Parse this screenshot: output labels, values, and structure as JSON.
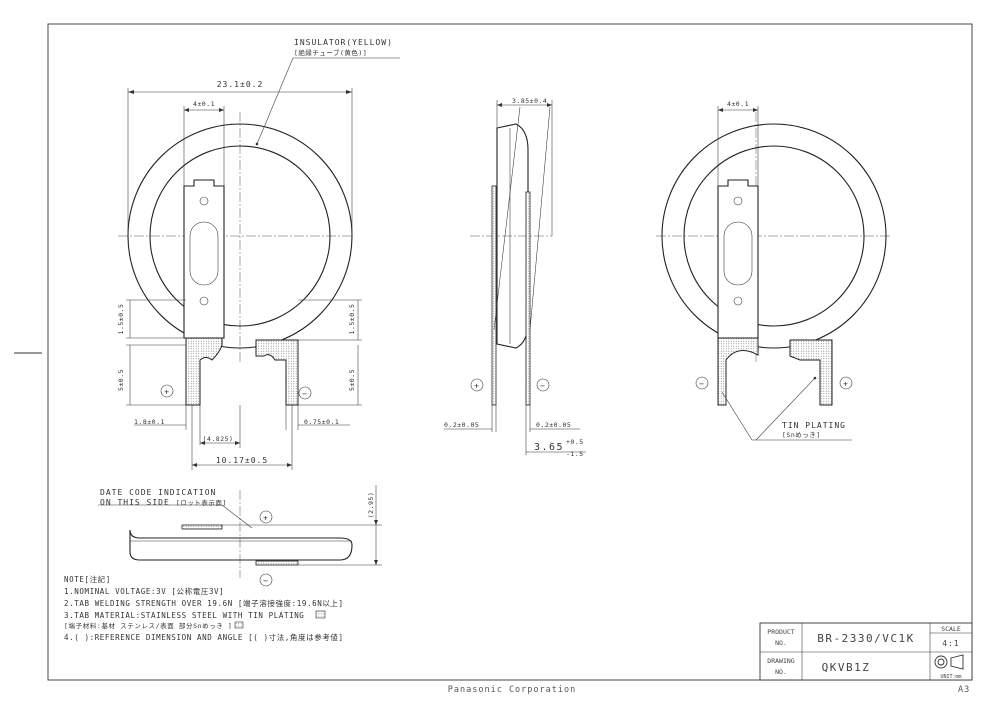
{
  "labels": {
    "insulator": "INSULATOR(YELLOW)",
    "insulator_jp": "[絶縁チューブ(黄色)]",
    "tin_plating": "TIN PLATING",
    "tin_plating_jp": "[Snめっき]",
    "date_code_1": "DATE CODE INDICATION",
    "date_code_2": "ON THIS SIDE",
    "date_code_jp": "[ロット表示面]"
  },
  "dimensions": {
    "diameter": "23.1±0.2",
    "tab_width_front": "4±0.1",
    "thickness": "3.85±0.4",
    "tab_width_right": "4±0.1",
    "hole_left": "1.5±0.5",
    "hole_right": "1.5±0.5",
    "lead_left": "5±0.5",
    "lead_right": "5±0.5",
    "tab_pos": "1.8±0.1",
    "pitch_ref": "(4.825)",
    "pitch": "10.17±0.5",
    "tab_thick": "0.75±0.1",
    "side_thick_left": "0.2±0.05",
    "side_thick_right": "0.2±0.05",
    "height_side": "3.65",
    "height_tol_plus": "+0.5",
    "height_tol_minus": "-1.5",
    "bottom_height_ref": "(2.95)"
  },
  "symbols": {
    "plus": "+",
    "minus": "−"
  },
  "notes": {
    "title": "NOTE[注記]",
    "lines": [
      "1.NOMINAL VOLTAGE:3V [公称電圧3V]",
      "2.TAB WELDING STRENGTH OVER 19.6N [端子溶接強度:19.6N以上]",
      "3.TAB MATERIAL:STAINLESS STEEL WITH TIN PLATING",
      "  [端子材料:基材 ステンレス/表面 部分Snめっき   ]",
      "4.( ):REFERENCE DIMENSION AND ANGLE [( )寸法,角度は参考値]"
    ]
  },
  "title_block": {
    "product_label_1": "PRODUCT",
    "product_label_2": "NO.",
    "product_no": "BR-2330/VC1K",
    "drawing_label_1": "DRAWING",
    "drawing_label_2": "NO.",
    "drawing_no": "QKVB1Z",
    "scale_label": "SCALE",
    "scale": "4:1",
    "unit": "UNIT:mm"
  },
  "footer": {
    "company": "Panasonic Corporation",
    "sheet_size": "A3"
  }
}
